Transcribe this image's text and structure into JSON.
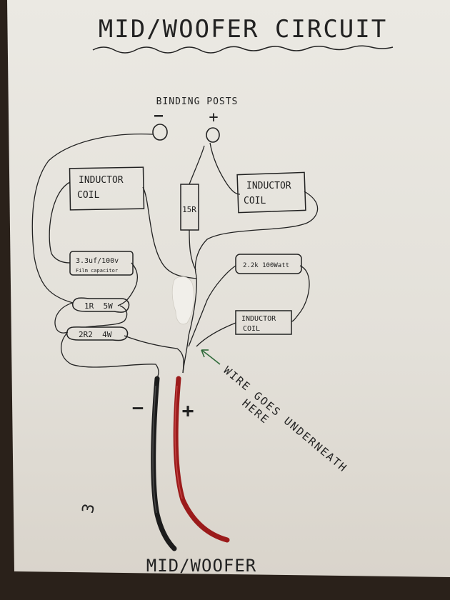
{
  "title": "MID/WOOFER CIRCUIT",
  "binding_posts": {
    "label": "BINDING POSTS",
    "negative_symbol": "—",
    "positive_symbol": "+"
  },
  "components": {
    "inductor_left": [
      "INDUCTOR",
      "COIL"
    ],
    "inductor_right": [
      "INDUCTOR",
      "COIL"
    ],
    "inductor_lower": [
      "INDUCTOR",
      "COIL"
    ],
    "resistor_15r": "15R",
    "capacitor": [
      "3.3uf/100v",
      "Film capacitor"
    ],
    "resistor_1r": "1R  5W",
    "resistor_2r2": "2R2  4W",
    "resistor_2k2": "2.2k 100Watt"
  },
  "speaker_wires": {
    "negative_symbol": "—",
    "positive_symbol": "+",
    "negative_color": "#1c1c1c",
    "positive_color": "#9b1b1b"
  },
  "note": {
    "line1": "WIRE GOES UNDERNEATH",
    "line2": "HERE",
    "color": "#2f6b3a"
  },
  "corner_mark": "3",
  "footer": "MID/WOOFER"
}
